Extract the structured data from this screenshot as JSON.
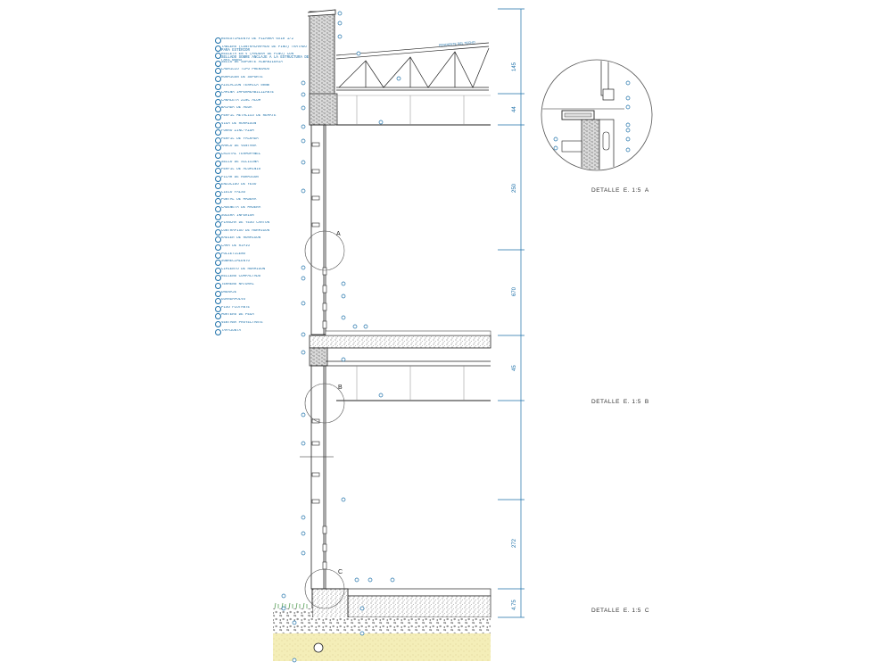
{
  "legend": [
    "REVESTIMIENTO DE PIZARRA 6x10 1/2",
    "TABLERO (CONTRACHAPADO DE PINO) TRATADO PARA EXTERIOR",
    "REGLETA EN V (MADERA DE PINO) CON SELLADO SOBRE ANCLAJE A LA ESTRUCTURA DE LOSA MURAL",
    "SELLO DE SOPORTE ALBAÑILERIA",
    "LADRILLO TIPO PRENSADO",
    "HORMIGON DE SOPORTE",
    "AISLACION TERMICA 50mm",
    "LAMINA IMPERMEABILIZANTE",
    "CANALETA ZINC ALUM",
    "BAJADA DE AGUA",
    "PERFIL METALICO DE REMATE",
    "VIGA DE HORMIGON",
    "FORRO ZINC-ALUM",
    "PERFIL DE FACHADA",
    "MARCO DE VENTANA",
    "CRISTAL TERMOPANEL",
    "SELLO DE SILICONA",
    "PERFIL DE ALUMINIO",
    "PILAR DE HORMIGON",
    "ENLUCIDO DE YESO",
    "CIELO FALSO",
    "PUNTAL DE MADERA",
    "CADENETA DE MADERA",
    "SOLERA INFERIOR",
    "PLANCHA DE YESO CARTON",
    "CONTRAPISO DE HORMIGON",
    "RADIER DE HORMIGON",
    "CAMA DE RIPIO",
    "POLIETILENO",
    "SOBRECIMIENTO",
    "CIMIENTO DE HORMIGON",
    "RELLENO COMPACTADO",
    "TERRENO NATURAL",
    "DRENAJE",
    "GUARDAPOLVO",
    "PISO FLOTANTE",
    "MORTERO DE PEGA",
    "VENTANA PROYECTANTE",
    "TAPAJUNTA"
  ],
  "roof_note": "PENDIENTE DEL TECHO",
  "dimensions": [
    "145",
    "44",
    "250",
    "670",
    "45",
    "272",
    "4.75"
  ],
  "markers": [
    "A",
    "B",
    "C"
  ],
  "details": [
    {
      "label": "DETALLE",
      "scale": "E. 1:5",
      "letter": "A"
    },
    {
      "label": "DETALLE",
      "scale": "E. 1:5",
      "letter": "B"
    },
    {
      "label": "DETALLE",
      "scale": "E. 1:5",
      "letter": "C"
    }
  ],
  "colors": {
    "line": "#1b6fa8",
    "ink": "#222222",
    "soil": "#f4eeb8",
    "grass": "#5aa05a",
    "hatch": "#888888"
  }
}
